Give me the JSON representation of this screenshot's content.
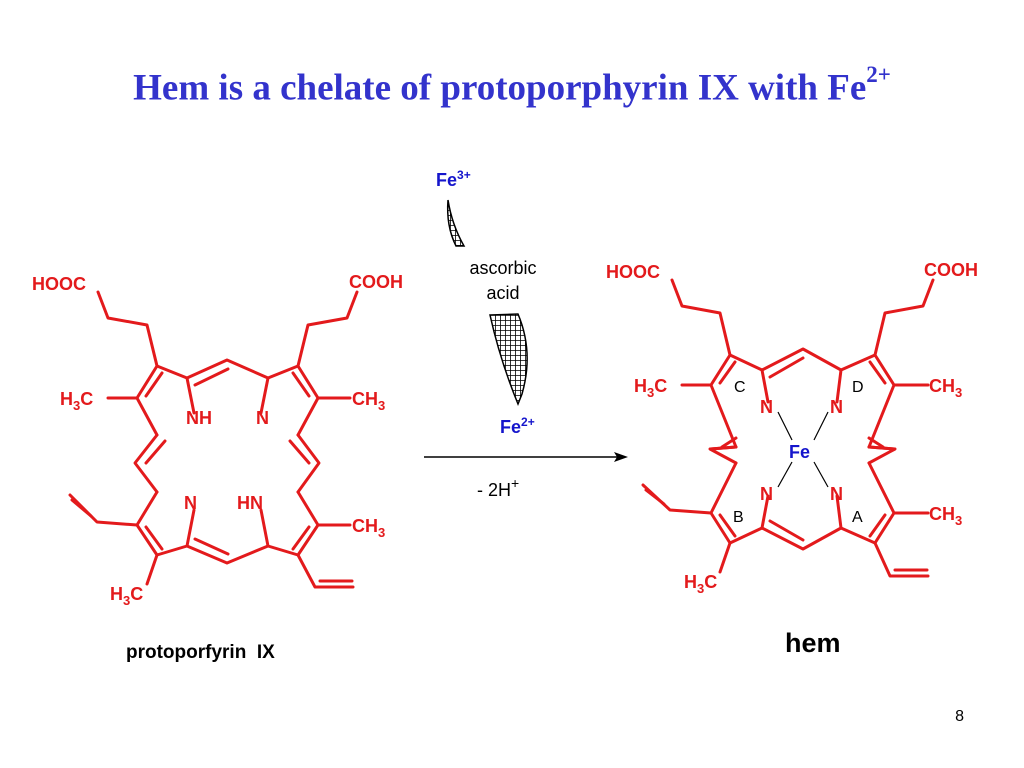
{
  "slide": {
    "title": "Hem is a chelate of protoporphyrin IX with Fe",
    "title_superscript": "2+",
    "page_number": "8"
  },
  "reaction": {
    "fe3_label": "Fe",
    "fe3_charge": "3+",
    "reductant_line1": "ascorbic",
    "reductant_line2": "acid",
    "fe2_label": "Fe",
    "fe2_charge": "2+",
    "byproduct": "- 2H",
    "byproduct_charge": "+"
  },
  "protoporphyrin": {
    "name": "protoporfyrin  IX",
    "cooh_left": "HOOC",
    "cooh_right": "COOH",
    "methyl_left_top_main": "H",
    "methyl_left_top_tail": "C",
    "methyl_right_top_main": "CH",
    "methyl_right_bottom_main": "CH",
    "methyl_left_bottom_main": "H",
    "methyl_left_bottom_tail": "C",
    "sub3": "3",
    "n_topleft": "NH",
    "n_topright": "N",
    "n_bottomleft": "N",
    "n_bottomright": "HN"
  },
  "hem": {
    "name": "hem",
    "cooh_left": "HOOC",
    "cooh_right": "COOH",
    "methyl_left_main": "H",
    "methyl_left_tail": "C",
    "methyl_right_top_main": "CH",
    "methyl_right_bottom_main": "CH",
    "methyl_bottom_main": "H",
    "methyl_bottom_tail": "C",
    "sub3": "3",
    "n": "N",
    "metal": "Fe",
    "ring_c": "C",
    "ring_d": "D",
    "ring_b": "B",
    "ring_a": "A"
  },
  "colors": {
    "structure": "#e31a1c",
    "title": "#3333cc",
    "iron": "#1515cc"
  }
}
